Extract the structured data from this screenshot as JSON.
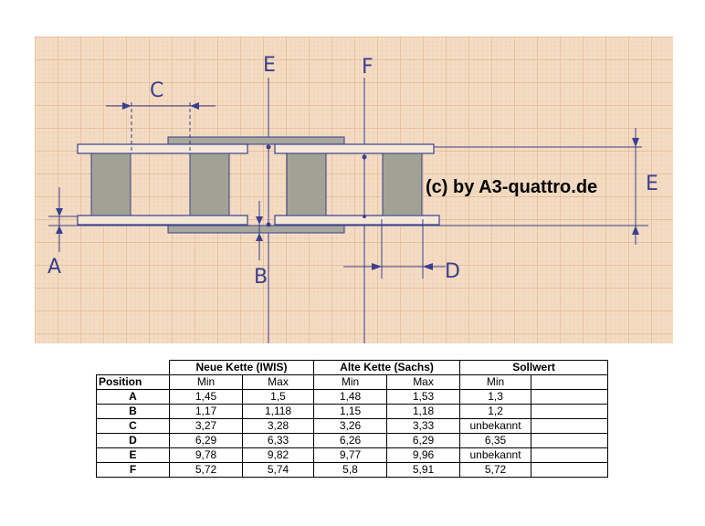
{
  "drawing": {
    "labels": {
      "a": "A",
      "b": "B",
      "c": "C",
      "d": "D",
      "e_top": "E",
      "e_side": "E",
      "f": "F"
    },
    "watermark": "(c) by A3-quattro.de",
    "colors": {
      "paper": "#f3dcc4",
      "grid_fine": "#ecc9a5",
      "grid_major": "#dca57a",
      "ink": "#3b3f8f",
      "plate": "#a7a79c",
      "roller": "#a1a294"
    }
  },
  "table": {
    "groups": [
      "Neue Kette (IWIS)",
      "Alte Kette (Sachs)",
      "Sollwert"
    ],
    "position_label": "Position",
    "subheaders": [
      "Min",
      "Max",
      "Min",
      "Max",
      "Min",
      ""
    ],
    "rows": [
      {
        "pos": "A",
        "v": [
          "1,45",
          "1,5",
          "1,48",
          "1,53",
          "1,3",
          ""
        ]
      },
      {
        "pos": "B",
        "v": [
          "1,17",
          "1,118",
          "1,15",
          "1,18",
          "1,2",
          ""
        ]
      },
      {
        "pos": "C",
        "v": [
          "3,27",
          "3,28",
          "3,26",
          "3,33",
          "unbekannt",
          ""
        ]
      },
      {
        "pos": "D",
        "v": [
          "6,29",
          "6,33",
          "6,26",
          "6,29",
          "6,35",
          ""
        ]
      },
      {
        "pos": "E",
        "v": [
          "9,78",
          "9,82",
          "9,77",
          "9,96",
          "unbekannt",
          ""
        ]
      },
      {
        "pos": "F",
        "v": [
          "5,72",
          "5,74",
          "5,8",
          "5,91",
          "5,72",
          ""
        ]
      }
    ]
  }
}
